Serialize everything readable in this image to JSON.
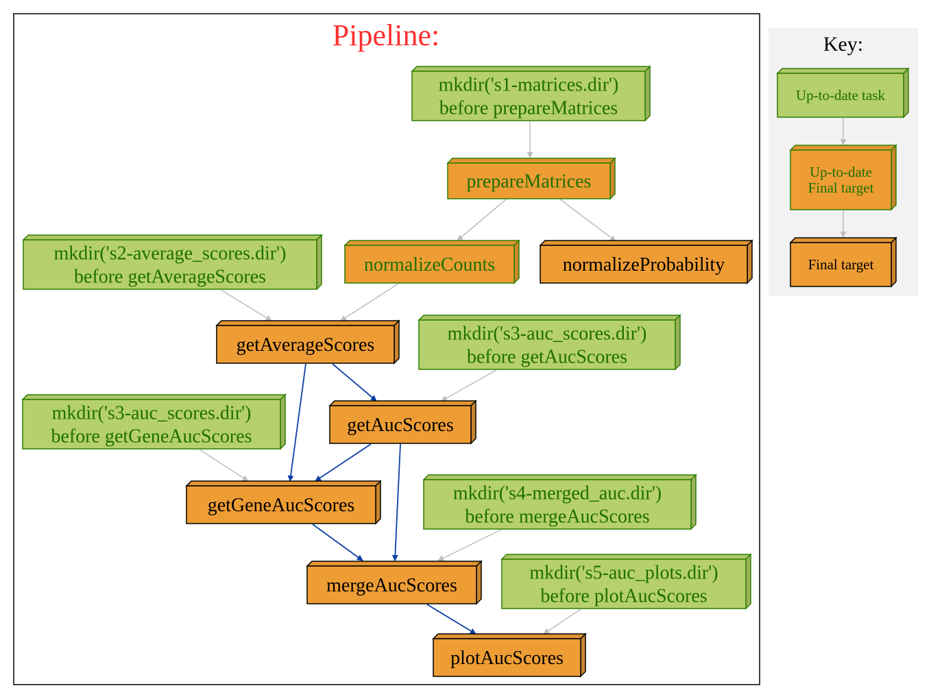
{
  "pipeline": {
    "title": "Pipeline:"
  },
  "key": {
    "title": "Key:",
    "nodes": [
      {
        "id": "k1",
        "style": "uptodate",
        "lines": [
          "Up-to-date task"
        ]
      },
      {
        "id": "k2",
        "style": "uptodate_final",
        "lines": [
          "Up-to-date",
          "Final target"
        ]
      },
      {
        "id": "k3",
        "style": "final",
        "lines": [
          "Final target"
        ]
      }
    ]
  },
  "colors": {
    "uptodate_fill": "#b5d06c",
    "uptodate_stroke": "#2e7d00",
    "uptodate_text": "#1f6f00",
    "target_fill": "#ee9d35",
    "target_stroke": "#000000",
    "edge_grey": "#bdbdbd",
    "edge_blue": "#0a3fa3",
    "title": "#ff3030"
  },
  "nodes": [
    {
      "id": "mk1",
      "style": "uptodate",
      "lines": [
        "mkdir('s1-matrices.dir')",
        "before prepareMatrices"
      ]
    },
    {
      "id": "prep",
      "style": "uptodate_final",
      "lines": [
        "prepareMatrices"
      ]
    },
    {
      "id": "norm",
      "style": "uptodate_final",
      "lines": [
        "normalizeCounts"
      ]
    },
    {
      "id": "normp",
      "style": "final",
      "lines": [
        "normalizeProbability"
      ]
    },
    {
      "id": "mk2",
      "style": "uptodate",
      "lines": [
        "mkdir('s2-average_scores.dir')",
        "before getAverageScores"
      ]
    },
    {
      "id": "avg",
      "style": "final",
      "lines": [
        "getAverageScores"
      ]
    },
    {
      "id": "mk3",
      "style": "uptodate",
      "lines": [
        "mkdir('s3-auc_scores.dir')",
        "before getAucScores"
      ]
    },
    {
      "id": "auc",
      "style": "final",
      "lines": [
        "getAucScores"
      ]
    },
    {
      "id": "mk3b",
      "style": "uptodate",
      "lines": [
        "mkdir('s3-auc_scores.dir')",
        "before getGeneAucScores"
      ]
    },
    {
      "id": "gene",
      "style": "final",
      "lines": [
        "getGeneAucScores"
      ]
    },
    {
      "id": "mk4",
      "style": "uptodate",
      "lines": [
        "mkdir('s4-merged_auc.dir')",
        "before mergeAucScores"
      ]
    },
    {
      "id": "merge",
      "style": "final",
      "lines": [
        "mergeAucScores"
      ]
    },
    {
      "id": "mk5",
      "style": "uptodate",
      "lines": [
        "mkdir('s5-auc_plots.dir')",
        "before plotAucScores"
      ]
    },
    {
      "id": "plot",
      "style": "final",
      "lines": [
        "plotAucScores"
      ]
    }
  ],
  "edges": [
    {
      "from": "mk1",
      "to": "prep",
      "style": "grey"
    },
    {
      "from": "prep",
      "to": "norm",
      "style": "grey"
    },
    {
      "from": "prep",
      "to": "normp",
      "style": "grey"
    },
    {
      "from": "mk2",
      "to": "avg",
      "style": "grey"
    },
    {
      "from": "norm",
      "to": "avg",
      "style": "grey"
    },
    {
      "from": "avg",
      "to": "auc",
      "style": "blue"
    },
    {
      "from": "mk3",
      "to": "auc",
      "style": "grey"
    },
    {
      "from": "avg",
      "to": "gene",
      "style": "blue"
    },
    {
      "from": "mk3b",
      "to": "gene",
      "style": "grey"
    },
    {
      "from": "auc",
      "to": "gene",
      "style": "blue"
    },
    {
      "from": "auc",
      "to": "merge",
      "style": "blue"
    },
    {
      "from": "gene",
      "to": "merge",
      "style": "blue"
    },
    {
      "from": "mk4",
      "to": "merge",
      "style": "grey"
    },
    {
      "from": "merge",
      "to": "plot",
      "style": "blue"
    },
    {
      "from": "mk5",
      "to": "plot",
      "style": "grey"
    }
  ],
  "key_edges": [
    {
      "from": "k1",
      "to": "k2",
      "style": "grey"
    },
    {
      "from": "k2",
      "to": "k3",
      "style": "grey"
    }
  ]
}
